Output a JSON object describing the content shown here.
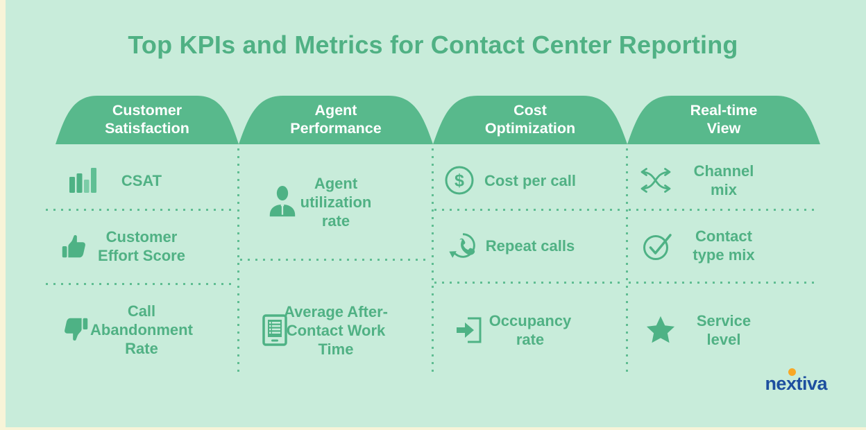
{
  "title": "Top KPIs and Metrics for Contact Center Reporting",
  "columns": [
    {
      "tab": "Customer Satisfaction",
      "items": [
        {
          "icon": "bar-chart-icon",
          "label": "CSAT"
        },
        {
          "icon": "thumbs-up-icon",
          "label": "Customer Effort Score"
        },
        {
          "icon": "thumbs-down-icon",
          "label": "Call Abandonment Rate"
        }
      ]
    },
    {
      "tab": "Agent Performance",
      "items": [
        {
          "icon": "agent-person-icon",
          "label": "Agent utilization rate"
        },
        {
          "icon": "document-list-icon",
          "label": "Average After-Contact Work Time"
        }
      ]
    },
    {
      "tab": "Cost Optimization",
      "items": [
        {
          "icon": "dollar-circle-icon",
          "label": "Cost per call"
        },
        {
          "icon": "phone-repeat-icon",
          "label": "Repeat calls"
        },
        {
          "icon": "door-arrow-icon",
          "label": "Occupancy rate"
        }
      ]
    },
    {
      "tab": "Real-time View",
      "items": [
        {
          "icon": "shuffle-arrows-icon",
          "label": "Channel mix"
        },
        {
          "icon": "check-circle-icon",
          "label": "Contact type mix"
        },
        {
          "icon": "star-icon",
          "label": "Service level"
        }
      ]
    }
  ],
  "logo": {
    "text": "nextiva"
  },
  "colors": {
    "page-cream": "#f8f4d8",
    "bg": "#c8ecda",
    "tab": "#58b98c",
    "title": "#50b184",
    "text": "#50b184",
    "dot": "#5fbd92",
    "icon": "#4eb285",
    "icon-light": "#7bcca7",
    "icon-mid": "#60bf94",
    "tab-text": "#ffffff",
    "logo-blue": "#1d4f9f",
    "logo-orange": "#f8a826"
  }
}
